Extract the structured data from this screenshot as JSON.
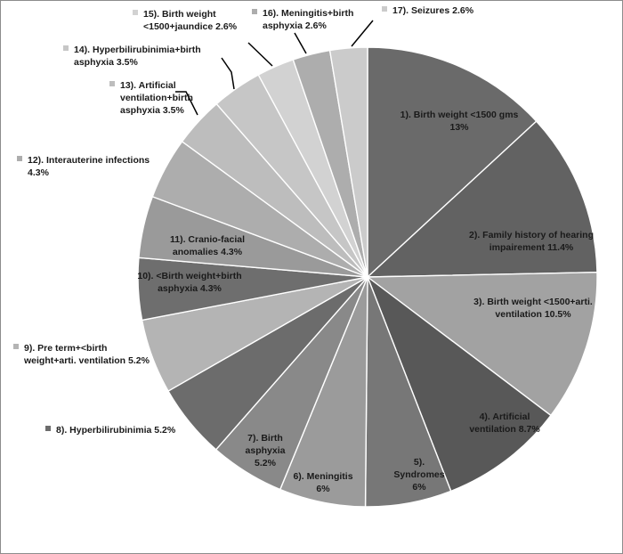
{
  "chart_data": {
    "type": "pie",
    "start_angle_deg": 0,
    "direction": "clockwise",
    "legend": "none",
    "slices": [
      {
        "label_lines": [
          "1). Birth weight <1500 gms",
          "13%"
        ],
        "value": 13.0,
        "color": "#6a6a6a"
      },
      {
        "label_lines": [
          "2). Family history of hearing",
          "impairement 11.4%"
        ],
        "value": 11.4,
        "color": "#626262"
      },
      {
        "label_lines": [
          "3). Birth weight <1500+arti.",
          "ventilation 10.5%"
        ],
        "value": 10.5,
        "color": "#a2a2a2"
      },
      {
        "label_lines": [
          "4). Artificial",
          "ventilation 8.7%"
        ],
        "value": 8.7,
        "color": "#585858"
      },
      {
        "label_lines": [
          "5).",
          "Syndromes",
          "6%"
        ],
        "value": 6.0,
        "color": "#777777"
      },
      {
        "label_lines": [
          "6). Meningitis",
          "6%"
        ],
        "value": 6.0,
        "color": "#9b9b9b"
      },
      {
        "label_lines": [
          "7). Birth",
          "asphyxia",
          "5.2%"
        ],
        "value": 5.2,
        "color": "#898989"
      },
      {
        "label_lines": [
          "8). Hyperbilirubinimia 5.2%"
        ],
        "value": 5.2,
        "color": "#6c6c6c"
      },
      {
        "label_lines": [
          "9). Pre term+<birth",
          "weight+arti. ventilation 5.2%"
        ],
        "value": 5.2,
        "color": "#b4b4b4"
      },
      {
        "label_lines": [
          "10). <Birth weight+birth",
          "asphyxia 4.3%"
        ],
        "value": 4.3,
        "color": "#6e6e6e"
      },
      {
        "label_lines": [
          "11). Cranio-facial",
          "anomalies 4.3%"
        ],
        "value": 4.3,
        "color": "#9a9a9a"
      },
      {
        "label_lines": [
          "12). Interauterine infections",
          "4.3%"
        ],
        "value": 4.3,
        "color": "#adadad"
      },
      {
        "label_lines": [
          "13). Artificial",
          "ventilation+birth",
          "asphyxia 3.5%"
        ],
        "value": 3.5,
        "color": "#bdbdbd"
      },
      {
        "label_lines": [
          "14). Hyperbilirubinimia+birth",
          "asphyxia 3.5%"
        ],
        "value": 3.5,
        "color": "#c6c6c6"
      },
      {
        "label_lines": [
          "15). Birth weight",
          "<1500+jaundice 2.6%"
        ],
        "value": 2.6,
        "color": "#d2d2d2"
      },
      {
        "label_lines": [
          "16). Meningitis+birth",
          "asphyxia 2.6%"
        ],
        "value": 2.6,
        "color": "#adadad"
      },
      {
        "label_lines": [
          "17). Seizures 2.6%"
        ],
        "value": 2.6,
        "color": "#cbcbcb"
      }
    ]
  }
}
